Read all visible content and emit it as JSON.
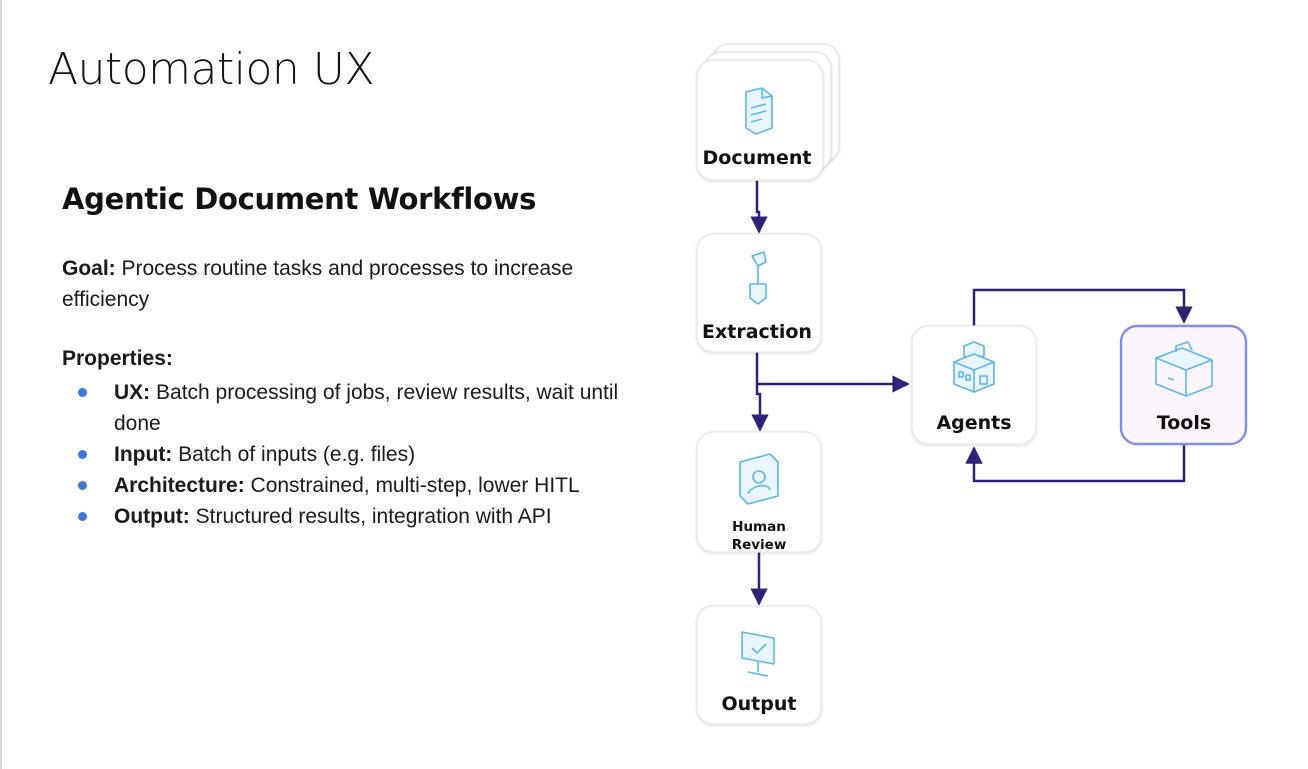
{
  "title": "Automation UX",
  "heading": "Agentic Document Workflows",
  "goal": {
    "label": "Goal:",
    "text": " Process routine tasks and processes to increase efficiency"
  },
  "properties": {
    "label": "Properties:",
    "items": [
      {
        "key": "UX:",
        "text": " Batch processing of jobs, review results, wait until done"
      },
      {
        "key": "Input:",
        "text": " Batch of inputs (e.g. files)"
      },
      {
        "key": "Architecture:",
        "text": " Constrained, multi-step, lower HITL"
      },
      {
        "key": "Output:",
        "text": " Structured results, integration with API"
      }
    ]
  },
  "diagram": {
    "nodes": {
      "document": "Document",
      "extraction": "Extraction",
      "human_review_line1": "Human",
      "human_review_line2": "Review",
      "output": "Output",
      "agents": "Agents",
      "tools": "Tools"
    },
    "colors": {
      "arrow": "#2e2377",
      "icon": "#5bb8e8",
      "tools_border": "#7f8fe8",
      "tools_fill": "#fbf6fd",
      "bullet": "#3b7bd8"
    },
    "icons": [
      "document-icon",
      "extraction-icon",
      "human-review-icon",
      "output-icon",
      "agents-icon",
      "tools-icon"
    ]
  }
}
